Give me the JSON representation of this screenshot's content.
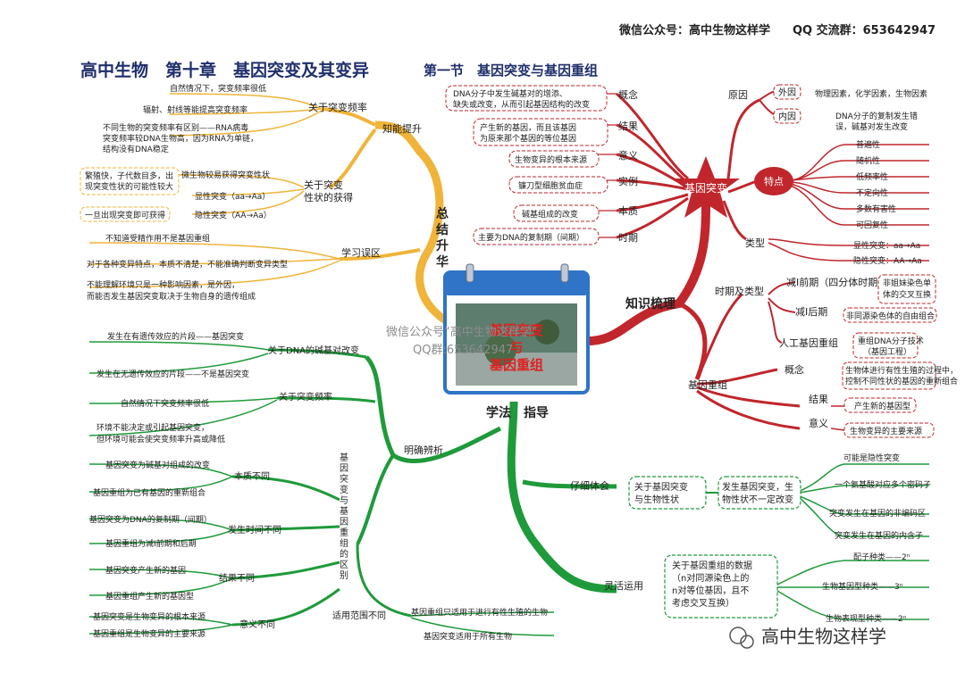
{
  "header": {
    "wechat": "微信公众号：高中生物这样学",
    "qq": "QQ 交流群：653642947"
  },
  "title": {
    "main": "高中生物　第十章　基因突变及其变异",
    "section": "第一节　基因突变与基因重组"
  },
  "center": {
    "line1": "基因突变",
    "line2": "与",
    "line3": "基因重组",
    "watermark1": "微信公众号“高中生物这样学”",
    "watermark2": "QQ群:653642947"
  },
  "branches": {
    "summary": "总结升华",
    "knowledge": "知识梳理",
    "method": "学法　指导"
  },
  "summary": {
    "zhineng": "知能提升",
    "freq": "关于突变频率",
    "freq_items": [
      "自然情况下，突变频率很低",
      "辐射、射线等能提高突变频率",
      "不同生物的突变频率有区别——RNA病毒突变频率较DNA生物高，因为RNA为单链，结构没有DNA稳定"
    ],
    "trait": "关于突变性状的获得",
    "trait_items": [
      "微生物较易获得突变性状",
      "显性突变（aa→Aa）",
      "隐性突变（AA→Aa）"
    ],
    "trait_notes": [
      "繁殖快，子代数目多，出现突变性状的可能性较大",
      "一旦出现突变即可获得"
    ],
    "mistake": "学习误区",
    "mistake_items": [
      "不知道受精作用不是基因重组",
      "对于各种变异特点，本质不清楚，不能准确判断变异类型",
      "不能理解环境只是一种影响因素，是外因，而能否发生基因突变取决于生物自身的遗传组成"
    ]
  },
  "knowledge": {
    "mutation": "基因突变",
    "concept": "概念",
    "concept_text": "DNA分子中发生碱基对的增添、缺失或改变，从而引起基因结构的改变",
    "result": "结果",
    "result_text": "产生新的基因，而且该基因为原来那个基因的等位基因",
    "meaning": "意义",
    "meaning_text": "生物变异的根本来源",
    "example": "实例",
    "example_text": "镰刀型细胞贫血症",
    "essence": "本质",
    "essence_text": "碱基组成的改变",
    "period": "时期",
    "period_text": "主要为DNA的复制期（间期）",
    "cause": "原因",
    "outer": "外因",
    "outer_text": "物理因素，化学因素，生物因素",
    "inner": "内因",
    "inner_text": "DNA分子的复制发生错误，碱基对发生改变",
    "feature": "特点",
    "features": [
      "普遍性",
      "随机性",
      "低频率性",
      "不定向性",
      "多数有害性",
      "可回复性"
    ],
    "types": "类型",
    "type_items": [
      "显性突变：aa→Aa",
      "隐性突变：AA→Aa"
    ],
    "recomb": "基因重组",
    "time_type": "时期及类型",
    "meiosis1_front": "减Ⅰ前期（四分体时期）",
    "meiosis1_front_text": "非姐妹染色单体的交叉互换",
    "meiosis1_back": "减Ⅰ后期",
    "meiosis1_back_text": "非同源染色体的自由组合",
    "artificial": "人工基因重组",
    "artificial_text": "重组DNA分子技术（基因工程）",
    "rc_concept": "概念",
    "rc_concept_text": "生物体进行有性生殖的过程中，控制不同性状的基因的重新组合",
    "rc_result": "结果",
    "rc_result_text": "产生新的基因型",
    "rc_meaning": "意义",
    "rc_meaning_text": "生物变异的主要来源"
  },
  "method": {
    "distinguish": "明确辨析",
    "dna_pair": "关于DNA的碱基对改变",
    "dna_pair_items": [
      "发生在有遗传效应的片段——基因突变",
      "发生在无遗传效应的片段——不是基因突变"
    ],
    "freq": "关于突变频率",
    "freq_items": [
      "自然情况下突变频率很低",
      "环境不能决定或引起基因突变，但环境可能会使突变频率升高或降低"
    ],
    "diff": "基因突变与基因重组的区别",
    "essence": "本质不同",
    "essence_items": [
      "基因突变为碱基对组成的改变",
      "基因重组为已有基因的重新组合"
    ],
    "time": "发生时间不同",
    "time_items": [
      "基因突变为DNA的复制期（间期）",
      "基因重组为减Ⅰ前期和后期"
    ],
    "result": "结果不同",
    "result_items": [
      "基因突变产生新的基因",
      "基因重组产生新的基因型"
    ],
    "meaning": "意义不同",
    "meaning_items": [
      "基因突变是生物变异的根本来源",
      "基因重组是生物变异的主要来源"
    ],
    "scope": "适用范围不同",
    "scope_items": [
      "基因重组只适用于进行有性生殖的生物",
      "基因突变适用于所有生物"
    ],
    "careful": "仔细体会",
    "careful_box": "关于基因突变与生物性状",
    "careful_box2": "发生基因突变，生物性状不一定改变",
    "careful_items": [
      "可能是隐性突变",
      "一个氨基酸对应多个密码子",
      "突变发生在基因的非编码区",
      "突变发生在基因的内含子"
    ],
    "flex": "灵活运用",
    "flex_box": "关于基因重组的数据（n对同源染色上的n对等位基因，且不考虑交叉互换）",
    "flex_items": [
      "配子种类——2ⁿ",
      "生物基因型种类——3ⁿ",
      "生物表现型种类——2ⁿ"
    ]
  },
  "footer": {
    "brand": "高中生物这样学"
  },
  "colors": {
    "title": "#1f2f6b",
    "red": "#c0262c",
    "orange": "#f0b43a",
    "green": "#1f9a3a",
    "frame": "#2f74c6"
  }
}
